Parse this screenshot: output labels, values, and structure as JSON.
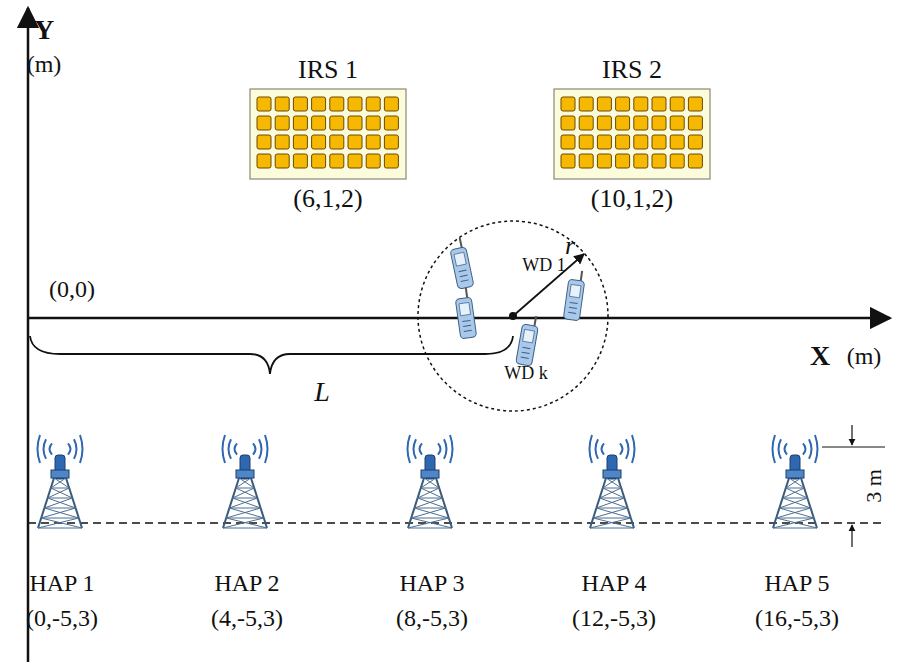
{
  "diagram": {
    "nodes": [
      {
        "text": [
          "IRS 1",
          "(6,1,2)"
        ]
      },
      {
        "text": [
          "IRS 2",
          "(10,1,2)"
        ]
      }
    ],
    "labels": [
      "Y",
      "(m)",
      "(0,0)",
      "X",
      "(m)",
      "WD 1",
      "r",
      "WD k",
      "L",
      "3 m",
      "HAP 1",
      "(0,-5,3)",
      "HAP 2",
      "(4,-5,3)",
      "HAP 3",
      "(8,-5,3)",
      "HAP 4",
      "(12,-5,3)",
      "HAP 5",
      "(16,-5,3)"
    ]
  }
}
